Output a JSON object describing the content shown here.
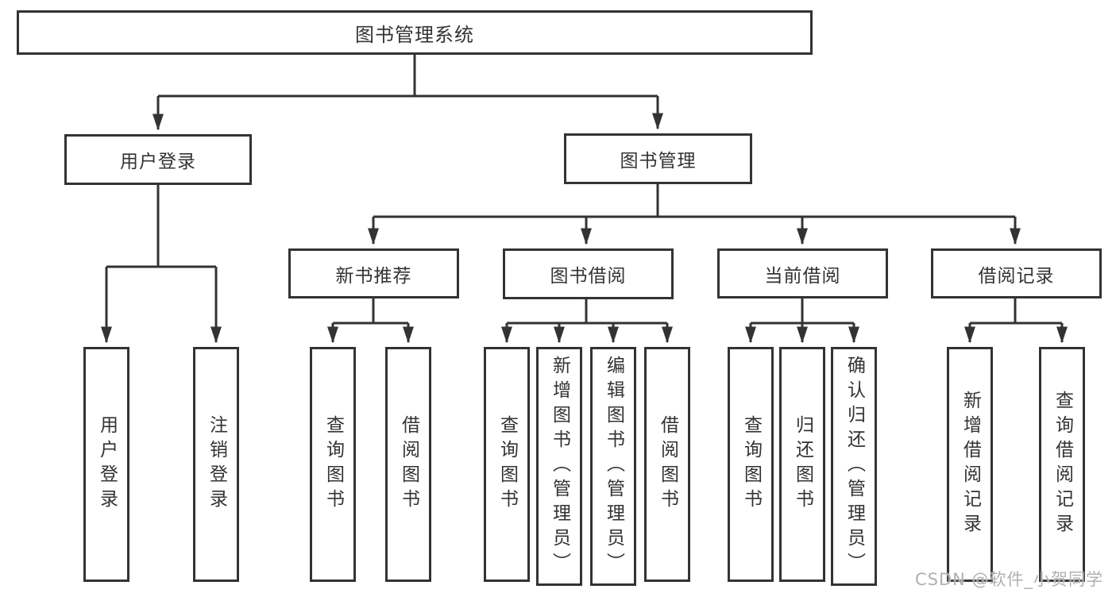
{
  "diagram": {
    "root": {
      "label": "图书管理系统"
    },
    "branches": [
      {
        "label": "用户登录",
        "leaves": [
          {
            "label": "用户登录"
          },
          {
            "label": "注销登录"
          }
        ]
      },
      {
        "label": "图书管理",
        "groups": [
          {
            "label": "新书推荐",
            "leaves": [
              {
                "label": "查询图书"
              },
              {
                "label": "借阅图书"
              }
            ]
          },
          {
            "label": "图书借阅",
            "leaves": [
              {
                "label": "查询图书"
              },
              {
                "label": "新增图书（管理员）"
              },
              {
                "label": "编辑图书（管理员）"
              },
              {
                "label": "借阅图书"
              }
            ]
          },
          {
            "label": "当前借阅",
            "leaves": [
              {
                "label": "查询图书"
              },
              {
                "label": "归还图书"
              },
              {
                "label": "确认归还（管理员）"
              }
            ]
          },
          {
            "label": "借阅记录",
            "leaves": [
              {
                "label": "新增借阅记录"
              },
              {
                "label": "查询借阅记录"
              }
            ]
          }
        ]
      }
    ]
  },
  "watermark": {
    "text": "CSDN @软件_小贺同学"
  },
  "colors": {
    "line": "#333333",
    "text": "#333333",
    "watermark": "#b0b0b0",
    "background": "#ffffff"
  }
}
